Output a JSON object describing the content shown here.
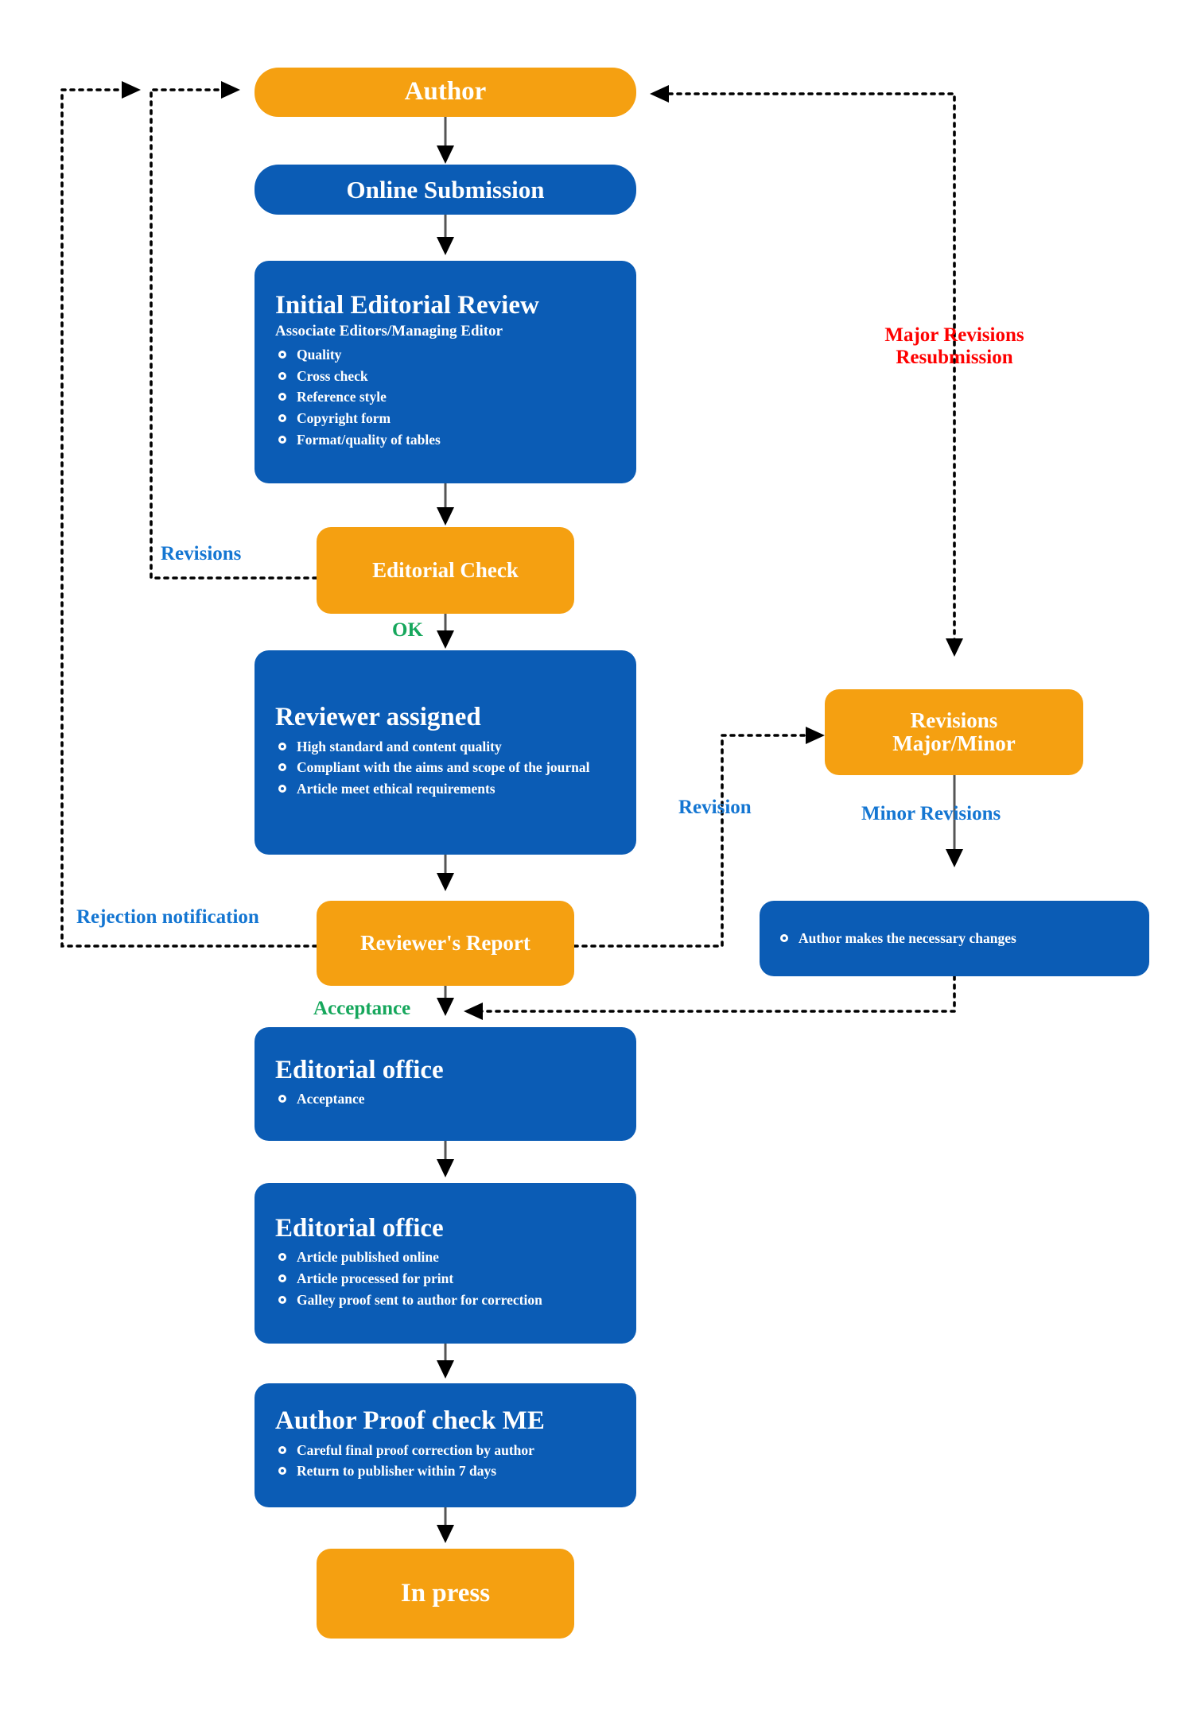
{
  "diagram": {
    "title": "Editorial and peer review workflow",
    "colors": {
      "blue_node": "#0b5cb5",
      "orange_node": "#f5a011",
      "label_blue": "#1476d2",
      "label_red": "#fe0000",
      "label_green": "#16a75c",
      "connector": "#000000",
      "background": "#ffffff"
    }
  },
  "nodes": {
    "author": {
      "title": "Author"
    },
    "online_submission": {
      "title": "Online Submission"
    },
    "initial_editorial_review": {
      "title": "Initial Editorial Review",
      "subtitle": "Associate Editors/Managing Editor",
      "bullets": [
        "Quality",
        "Cross check",
        "Reference style",
        "Copyright form",
        "Format/quality of tables"
      ]
    },
    "editorial_check": {
      "title": "Editorial Check"
    },
    "reviewer_assigned": {
      "title": "Reviewer assigned",
      "bullets": [
        "High standard and content quality",
        "Compliant with the aims and scope of the journal",
        "Article meet ethical requirements"
      ]
    },
    "revisions_major_minor": {
      "title": "Revisions\nMajor/Minor"
    },
    "author_changes": {
      "bullets": [
        "Author makes the necessary changes"
      ]
    },
    "reviewers_report": {
      "title": "Reviewer's Report"
    },
    "editorial_office_acceptance": {
      "title": "Editorial office",
      "bullets": [
        "Acceptance"
      ]
    },
    "editorial_office_publish": {
      "title": "Editorial office",
      "bullets": [
        "Article published online",
        "Article processed for print",
        "Galley proof sent to author for correction"
      ]
    },
    "author_proof_check": {
      "title": "Author Proof check ME",
      "bullets": [
        "Careful final proof correction by author",
        "Return to publisher within 7 days"
      ]
    },
    "in_press": {
      "title": "In press"
    }
  },
  "edge_labels": {
    "revisions": "Revisions",
    "ok": "OK",
    "major_revisions_resubmission": "Major Revisions\nResubmission",
    "revision": "Revision",
    "minor_revisions": "Minor Revisions",
    "rejection_notification": "Rejection notification",
    "acceptance": "Acceptance"
  },
  "flow": {
    "edges": [
      {
        "from": "author",
        "to": "online_submission",
        "style": "solid"
      },
      {
        "from": "online_submission",
        "to": "initial_editorial_review",
        "style": "solid"
      },
      {
        "from": "initial_editorial_review",
        "to": "editorial_check",
        "style": "solid"
      },
      {
        "from": "editorial_check",
        "to": "author",
        "style": "dotted",
        "label": "Revisions"
      },
      {
        "from": "editorial_check",
        "to": "reviewer_assigned",
        "style": "solid",
        "label": "OK"
      },
      {
        "from": "reviewer_assigned",
        "to": "reviewers_report",
        "style": "solid"
      },
      {
        "from": "reviewers_report",
        "to": "revisions_major_minor",
        "style": "dotted",
        "label": "Revision"
      },
      {
        "from": "reviewers_report",
        "to": "author",
        "style": "dotted",
        "label": "Rejection notification"
      },
      {
        "from": "revisions_major_minor",
        "to": "author",
        "style": "dotted",
        "label": "Major Revisions Resubmission"
      },
      {
        "from": "revisions_major_minor",
        "to": "author_changes",
        "style": "solid",
        "label": "Minor Revisions"
      },
      {
        "from": "author_changes",
        "to": "editorial_office_acceptance",
        "style": "dotted"
      },
      {
        "from": "reviewers_report",
        "to": "editorial_office_acceptance",
        "style": "solid",
        "label": "Acceptance"
      },
      {
        "from": "editorial_office_acceptance",
        "to": "editorial_office_publish",
        "style": "solid"
      },
      {
        "from": "editorial_office_publish",
        "to": "author_proof_check",
        "style": "solid"
      },
      {
        "from": "author_proof_check",
        "to": "in_press",
        "style": "solid"
      }
    ]
  }
}
